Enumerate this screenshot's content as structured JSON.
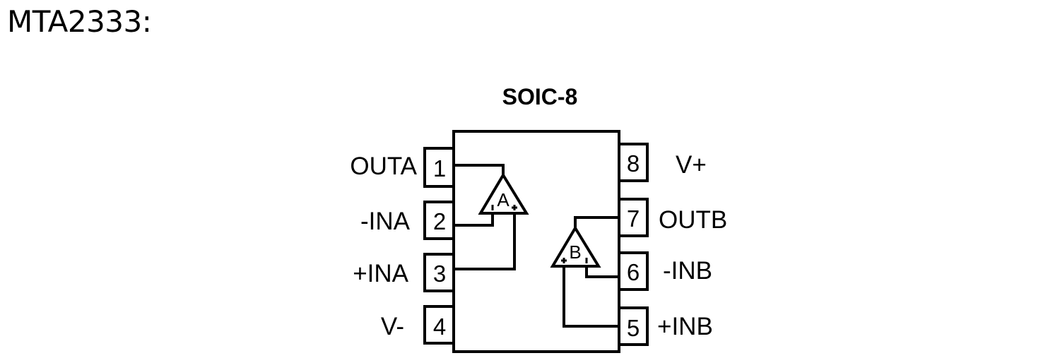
{
  "title": "MTA2333:",
  "package": "SOIC-8",
  "colors": {
    "line": "#000000",
    "background": "#ffffff"
  },
  "pins": [
    {
      "number": "1",
      "name": "OUTA"
    },
    {
      "number": "2",
      "name": "-INA"
    },
    {
      "number": "3",
      "name": "+INA"
    },
    {
      "number": "4",
      "name": "V-"
    },
    {
      "number": "5",
      "name": "+INB"
    },
    {
      "number": "6",
      "name": "-INB"
    },
    {
      "number": "7",
      "name": "OUTB"
    },
    {
      "number": "8",
      "name": "V+"
    }
  ],
  "amplifiers": [
    {
      "label": "A",
      "inverting": "-",
      "noninverting": "+"
    },
    {
      "label": "B",
      "inverting": "-",
      "noninverting": "+"
    }
  ]
}
